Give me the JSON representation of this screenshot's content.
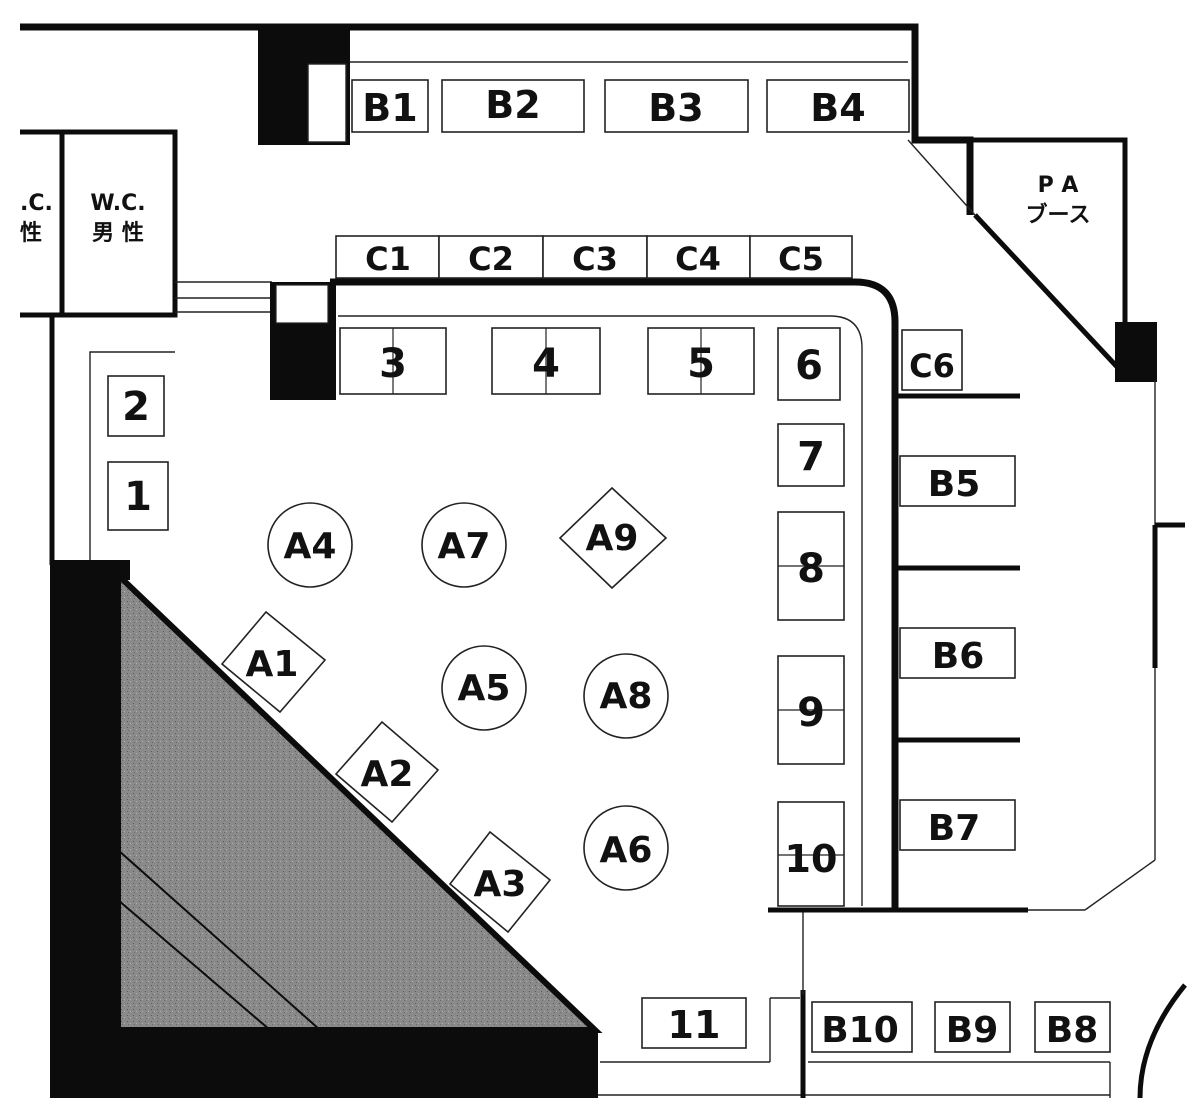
{
  "rooms": {
    "wc_female": ".C.\n性",
    "wc_female_line1": ".C.",
    "wc_female_line2": "性",
    "wc_male_line1": "W.C.",
    "wc_male_line2": "男 性",
    "pa_line1": "P A",
    "pa_line2": "ブース"
  },
  "b_booths": {
    "b1": "B1",
    "b2": "B2",
    "b3": "B3",
    "b4": "B4",
    "b5": "B5",
    "b6": "B6",
    "b7": "B7",
    "b8": "B8",
    "b9": "B9",
    "b10": "B10"
  },
  "c_booths": {
    "c1": "C1",
    "c2": "C2",
    "c3": "C3",
    "c4": "C4",
    "c5": "C5",
    "c6": "C6"
  },
  "numbered_booths": {
    "n1": "1",
    "n2": "2",
    "n3": "3",
    "n4": "4",
    "n5": "5",
    "n6": "6",
    "n7": "7",
    "n8": "8",
    "n9": "9",
    "n10": "10",
    "n11": "11"
  },
  "a_booths": {
    "a1": "A1",
    "a2": "A2",
    "a3": "A3",
    "a4": "A4",
    "a5": "A5",
    "a6": "A6",
    "a7": "A7",
    "a8": "A8",
    "a9": "A9"
  },
  "colors": {
    "wall": "#0c0c0c",
    "stage_fill": "#8f8f8f",
    "background": "#ffffff"
  }
}
